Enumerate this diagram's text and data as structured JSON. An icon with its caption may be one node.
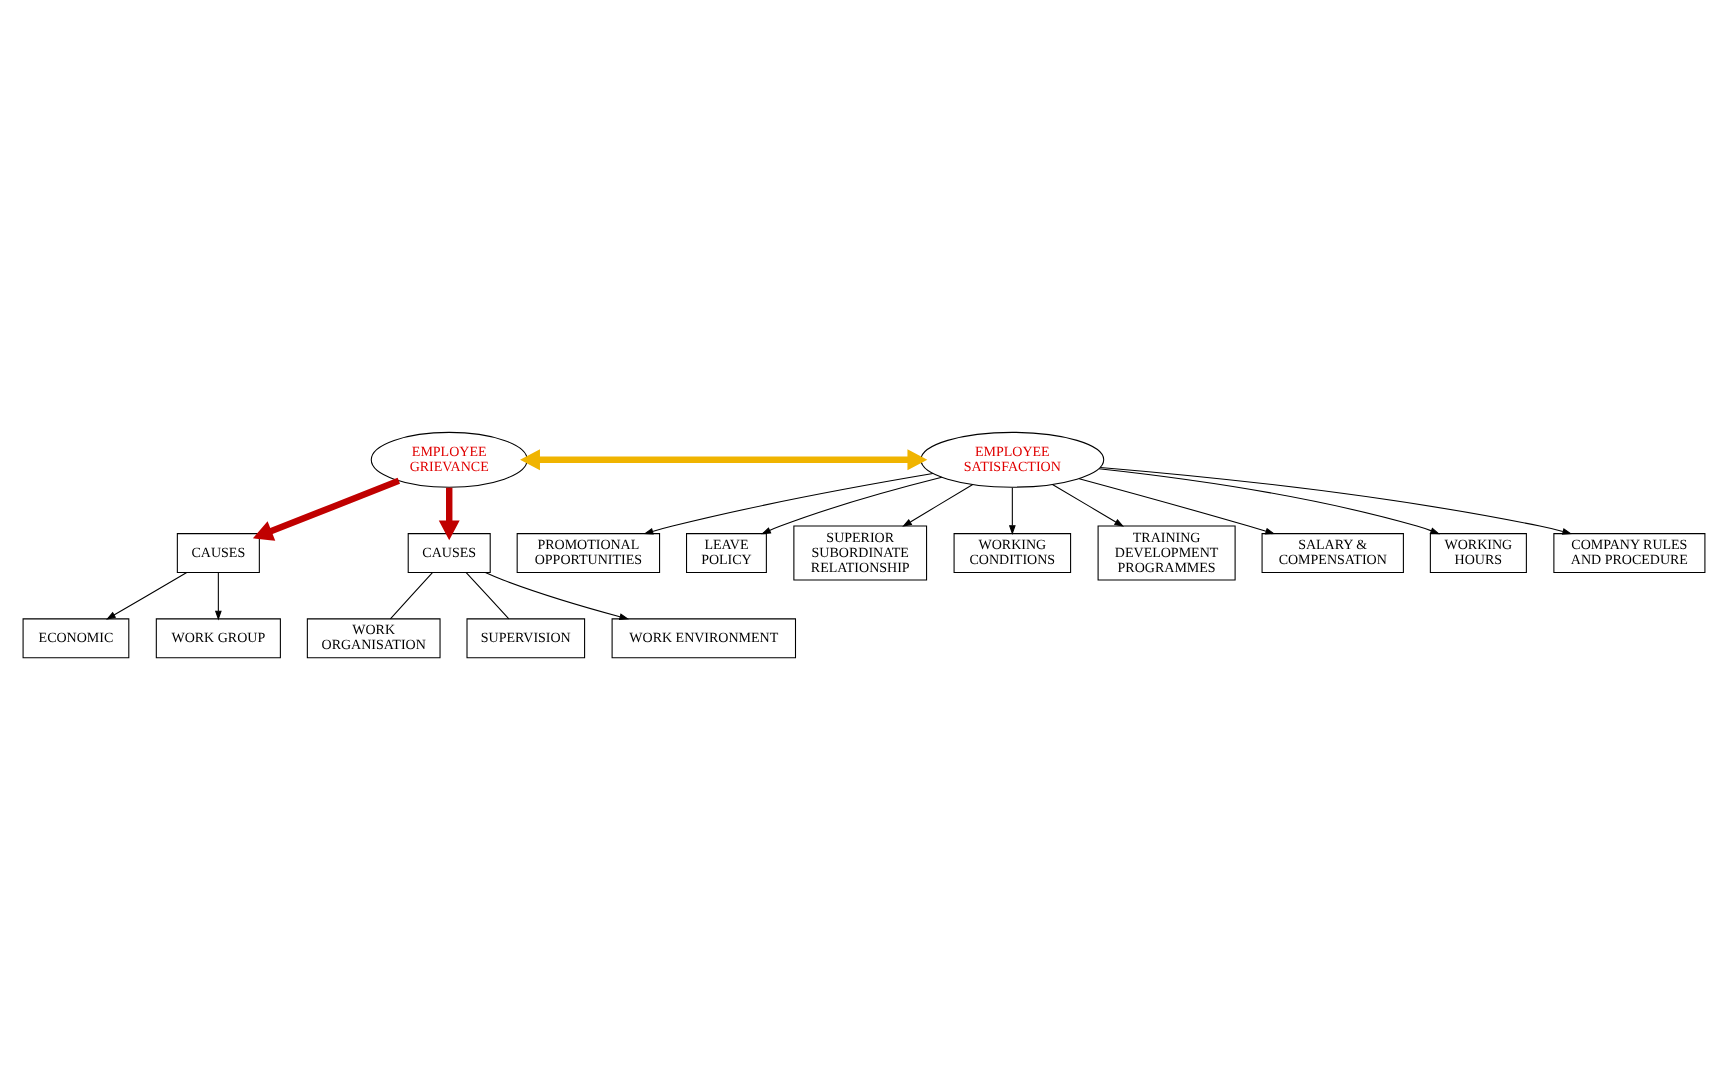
{
  "diagram": {
    "nodes": [
      {
        "text": [
          "ECONOMIC"
        ]
      },
      {
        "text": [
          "WORK GROUP"
        ]
      },
      {
        "text": [
          "CAUSES"
        ]
      },
      {
        "text": [
          "EMPLOYEE GRIEVANCE"
        ]
      },
      {
        "text": [
          "CAUSES"
        ]
      },
      {
        "text": [
          "WORK ORGANISATION"
        ]
      },
      {
        "text": [
          "SUPERVISION"
        ]
      },
      {
        "text": [
          "WORK ENVIRONMENT"
        ]
      },
      {
        "text": [
          "PROMOTIONAL OPPORTUNITIES"
        ]
      },
      {
        "text": [
          "LEAVE POLICY"
        ]
      },
      {
        "text": [
          "SUPERIOR SUBORDINATE RELATIONSHIP"
        ]
      },
      {
        "text": [
          "WORKING CONDITIONS"
        ]
      },
      {
        "text": [
          "EMPLOYEE SATISFACTION"
        ]
      },
      {
        "text": [
          "TRAINING DEVELOPMENT PROGRAMMES"
        ]
      },
      {
        "text": [
          "SALARY & COMPENSATION"
        ]
      },
      {
        "text": [
          "WORKING HOURS"
        ]
      },
      {
        "text": [
          "COMPANY RULES AND PROCEDURE"
        ]
      }
    ],
    "edges": [
      {
        "from": 2,
        "to": 0,
        "arrow": "to"
      },
      {
        "from": 2,
        "to": 1,
        "arrow": "to"
      },
      {
        "from": 3,
        "to": 2,
        "arrow": "to",
        "style": "thick",
        "color": "#c00000"
      },
      {
        "from": 3,
        "to": 4,
        "arrow": "to",
        "style": "thick",
        "color": "#c00000"
      },
      {
        "from": 3,
        "to": 12,
        "arrow": "both",
        "style": "thick",
        "color": "#f0b400"
      },
      {
        "from": 4,
        "to": 5,
        "arrow": "none"
      },
      {
        "from": 4,
        "to": 7,
        "arrow": "to"
      },
      {
        "from": 4,
        "to": 6,
        "arrow": "none"
      },
      {
        "from": 12,
        "to": 8,
        "arrow": "to"
      },
      {
        "from": 12,
        "to": 9,
        "arrow": "to"
      },
      {
        "from": 12,
        "to": 10,
        "arrow": "to"
      },
      {
        "from": 12,
        "to": 11,
        "arrow": "to"
      },
      {
        "from": 12,
        "to": 13,
        "arrow": "to"
      },
      {
        "from": 12,
        "to": 14,
        "arrow": "to"
      },
      {
        "from": 12,
        "to": 15,
        "arrow": "to"
      },
      {
        "from": 12,
        "to": 16,
        "arrow": "to"
      }
    ]
  }
}
